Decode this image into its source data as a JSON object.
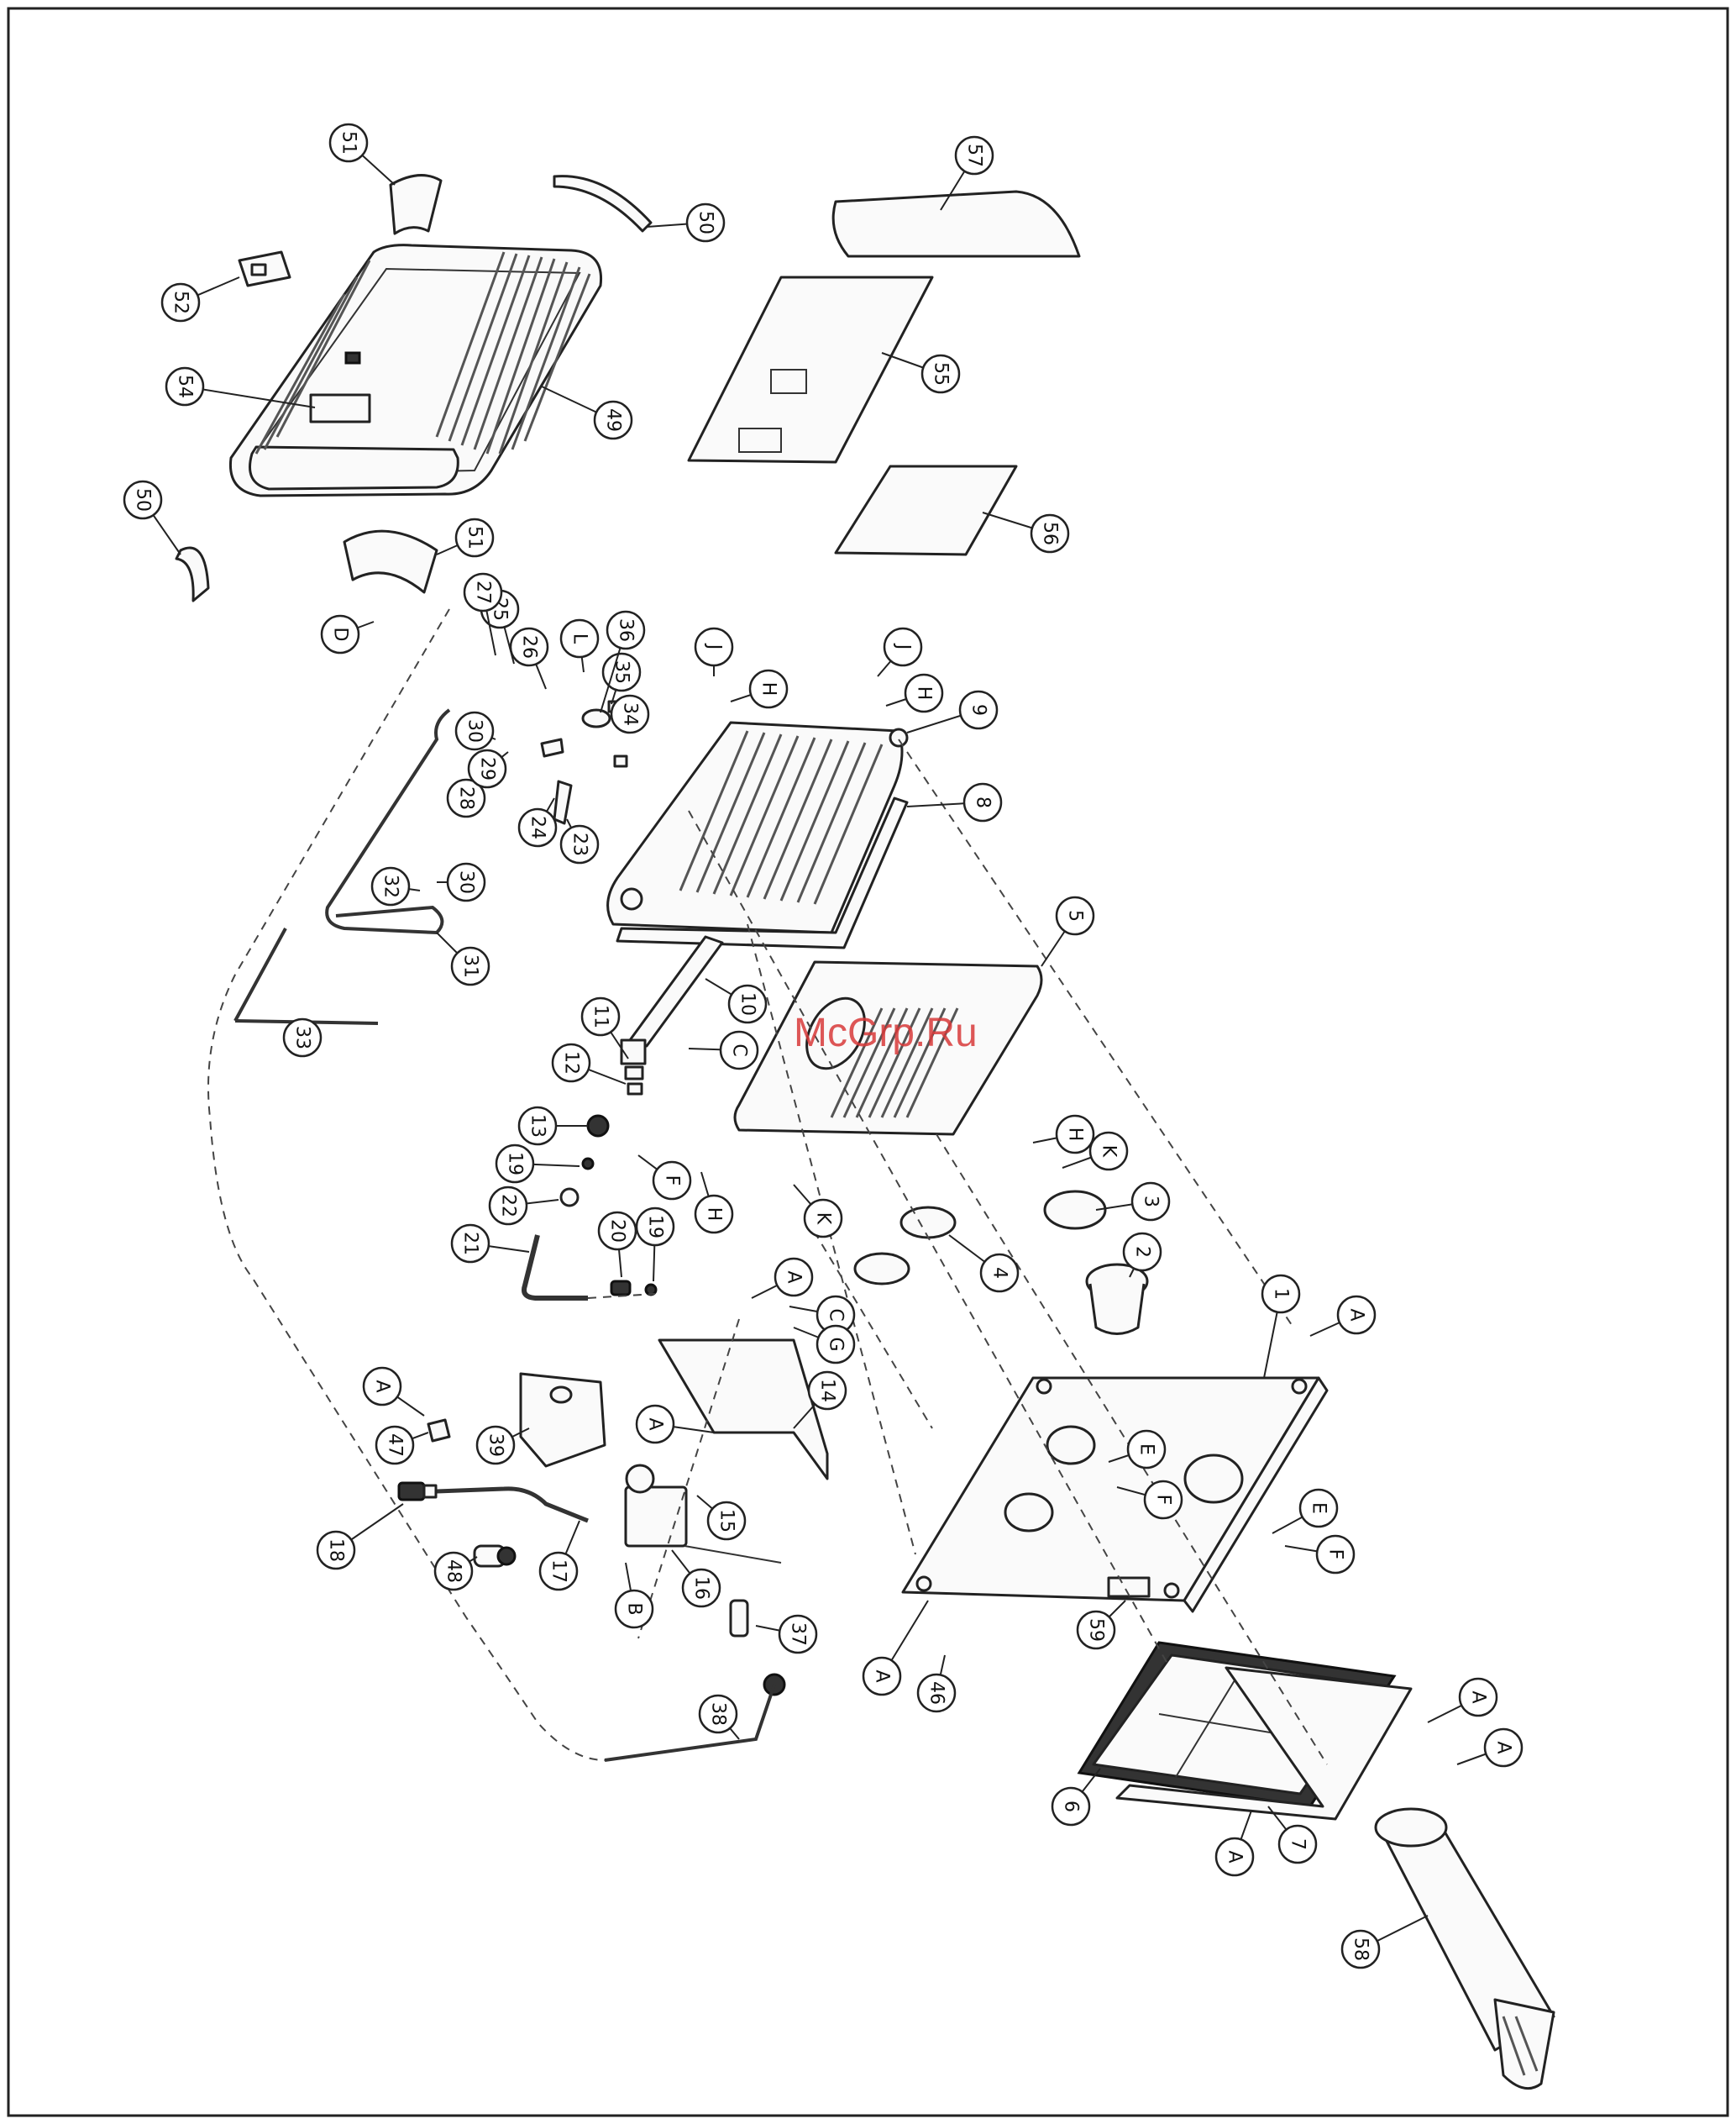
{
  "watermark": "McGrp.Ru",
  "parts": [
    "1",
    "2",
    "3",
    "4",
    "5",
    "6",
    "7",
    "8",
    "9",
    "10",
    "11",
    "12",
    "13",
    "14",
    "15",
    "16",
    "17",
    "18",
    "19",
    "19b",
    "20",
    "21",
    "22",
    "23",
    "24",
    "25",
    "26",
    "27",
    "28",
    "29",
    "30",
    "30b",
    "31",
    "32",
    "33",
    "34",
    "35",
    "36",
    "37",
    "38",
    "39",
    "46",
    "47",
    "48",
    "49",
    "50",
    "50b",
    "51",
    "51b",
    "52",
    "54",
    "55",
    "56",
    "57",
    "58",
    "59"
  ],
  "labels": {
    "1": "1",
    "2": "2",
    "3": "3",
    "4": "4",
    "5": "5",
    "6": "6",
    "7": "7",
    "8": "8",
    "9": "9",
    "10": "10",
    "11": "11",
    "12": "12",
    "13": "13",
    "14": "14",
    "15": "15",
    "16": "16",
    "17": "17",
    "18": "18",
    "19": "19",
    "19b": "19",
    "20": "20",
    "21": "21",
    "22": "22",
    "23": "23",
    "24": "24",
    "25": "25",
    "26": "26",
    "27": "27",
    "28": "28",
    "29": "29",
    "30": "30",
    "30b": "30",
    "31": "31",
    "32": "32",
    "33": "33",
    "34": "34",
    "35": "35",
    "36": "36",
    "37": "37",
    "38": "38",
    "39": "39",
    "46": "46",
    "47": "47",
    "48": "48",
    "49": "49",
    "50": "50",
    "50b": "50",
    "51": "51",
    "51b": "51",
    "52": "52",
    "54": "54",
    "55": "55",
    "56": "56",
    "57": "57",
    "58": "58",
    "59": "59",
    "A1": "A",
    "A2": "A",
    "A3": "A",
    "A4": "A",
    "A5": "A",
    "A6": "A",
    "A7": "A",
    "A8": "A",
    "B1": "B",
    "C1": "C",
    "C2": "C",
    "D1": "D",
    "E1": "E",
    "E2": "E",
    "F1": "F",
    "F2": "F",
    "F3": "F",
    "G1": "G",
    "H1": "H",
    "H2": "H",
    "H3": "H",
    "H4": "H",
    "J1": "J",
    "J2": "J",
    "K1": "K",
    "K2": "K",
    "L1": "L"
  }
}
